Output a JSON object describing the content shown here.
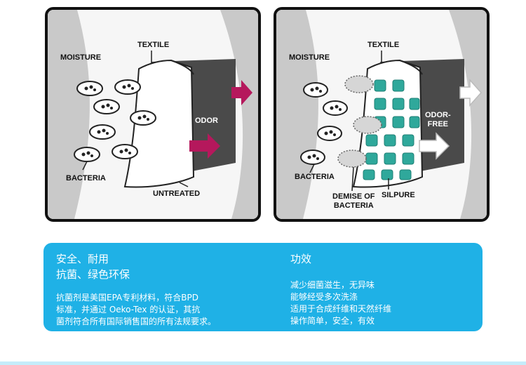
{
  "panels": [
    {
      "moisture_label": "MOISTURE",
      "textile_label": "TEXTILE",
      "odor_label": "ODOR",
      "bacteria_label": "BACTERIA",
      "material_label": "UNTREATED",
      "arrow_color": "#b5185c"
    },
    {
      "moisture_label": "MOISTURE",
      "textile_label": "TEXTILE",
      "odor_label_line1": "ODOR-",
      "odor_label_line2": "FREE",
      "bacteria_label": "BACTERIA",
      "demise_label_line1": "DEMISE OF",
      "demise_label_line2": "BACTERIA",
      "material_label": "SILPURE",
      "arrow_color": "#ffffff",
      "tile_color": "#2fa89b"
    }
  ],
  "info": {
    "left": {
      "heading_line1": "安全、耐用",
      "heading_line2": "抗菌、绿色环保",
      "desc_lines": [
        "抗菌剂是美国EPA专利材料，符合BPD",
        "标准，并通过 Oeko-Tex 的认证，其抗",
        "菌剂符合所有国际销售国的所有法规要求。"
      ]
    },
    "right": {
      "heading": "功效",
      "items": [
        "减少细菌滋生，无异味",
        "能够经受多次洗涤",
        "适用于合成纤维和天然纤维",
        "操作简单，安全，有效"
      ]
    },
    "background_color": "#1fb1e6"
  }
}
